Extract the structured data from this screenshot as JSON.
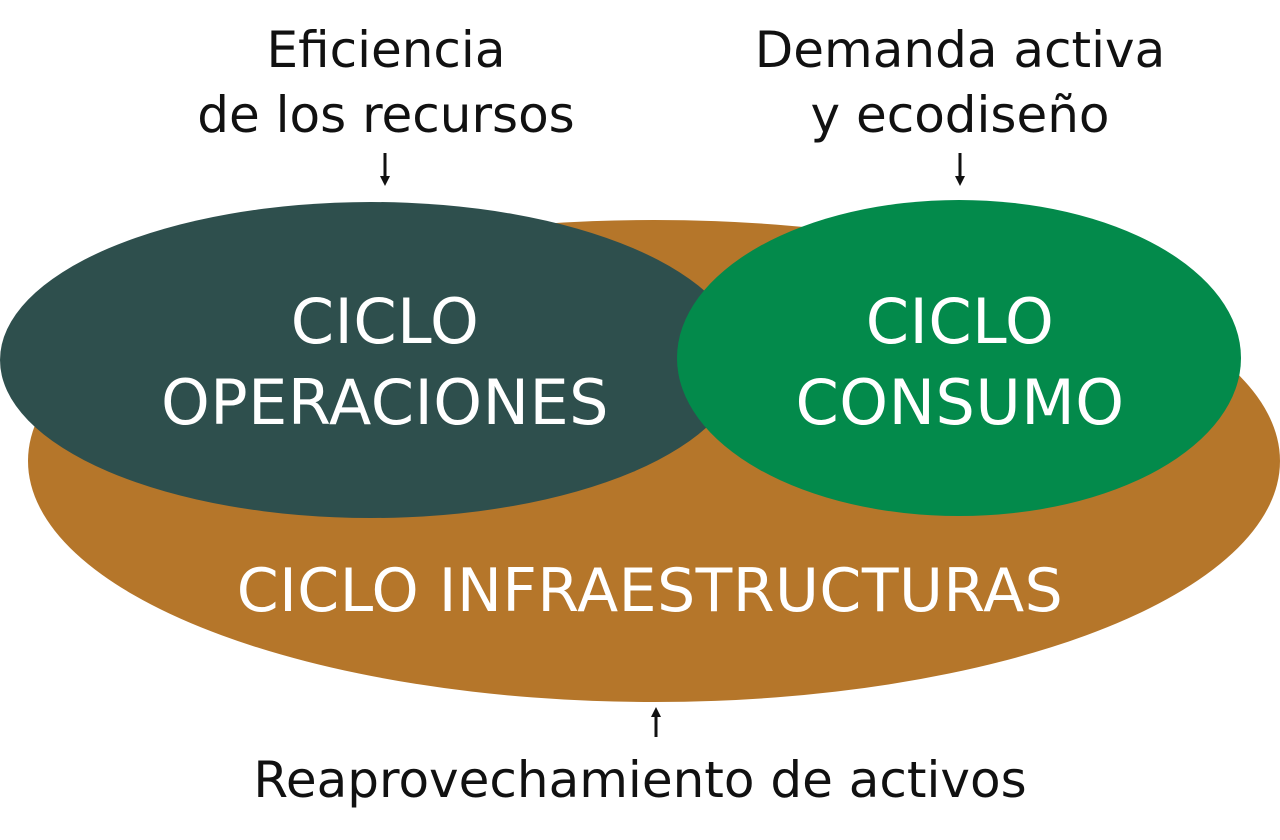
{
  "captions": {
    "top_left": [
      "Eficiencia",
      "de los recursos"
    ],
    "top_right": [
      "Demanda activa",
      "y ecodiseño"
    ],
    "bottom": "Reaprovechamiento de activos"
  },
  "cycles": {
    "operaciones": [
      "CICLO",
      "OPERACIONES"
    ],
    "consumo": [
      "CICLO",
      "CONSUMO"
    ],
    "infraestructuras": "CICLO INFRAESTRUCTURAS"
  },
  "colors": {
    "infraestructuras": "#B5762A",
    "operaciones": "#2E4F4D",
    "consumo": "#038A4B",
    "text_dark": "#111111",
    "text_light": "#FFFFFF"
  }
}
